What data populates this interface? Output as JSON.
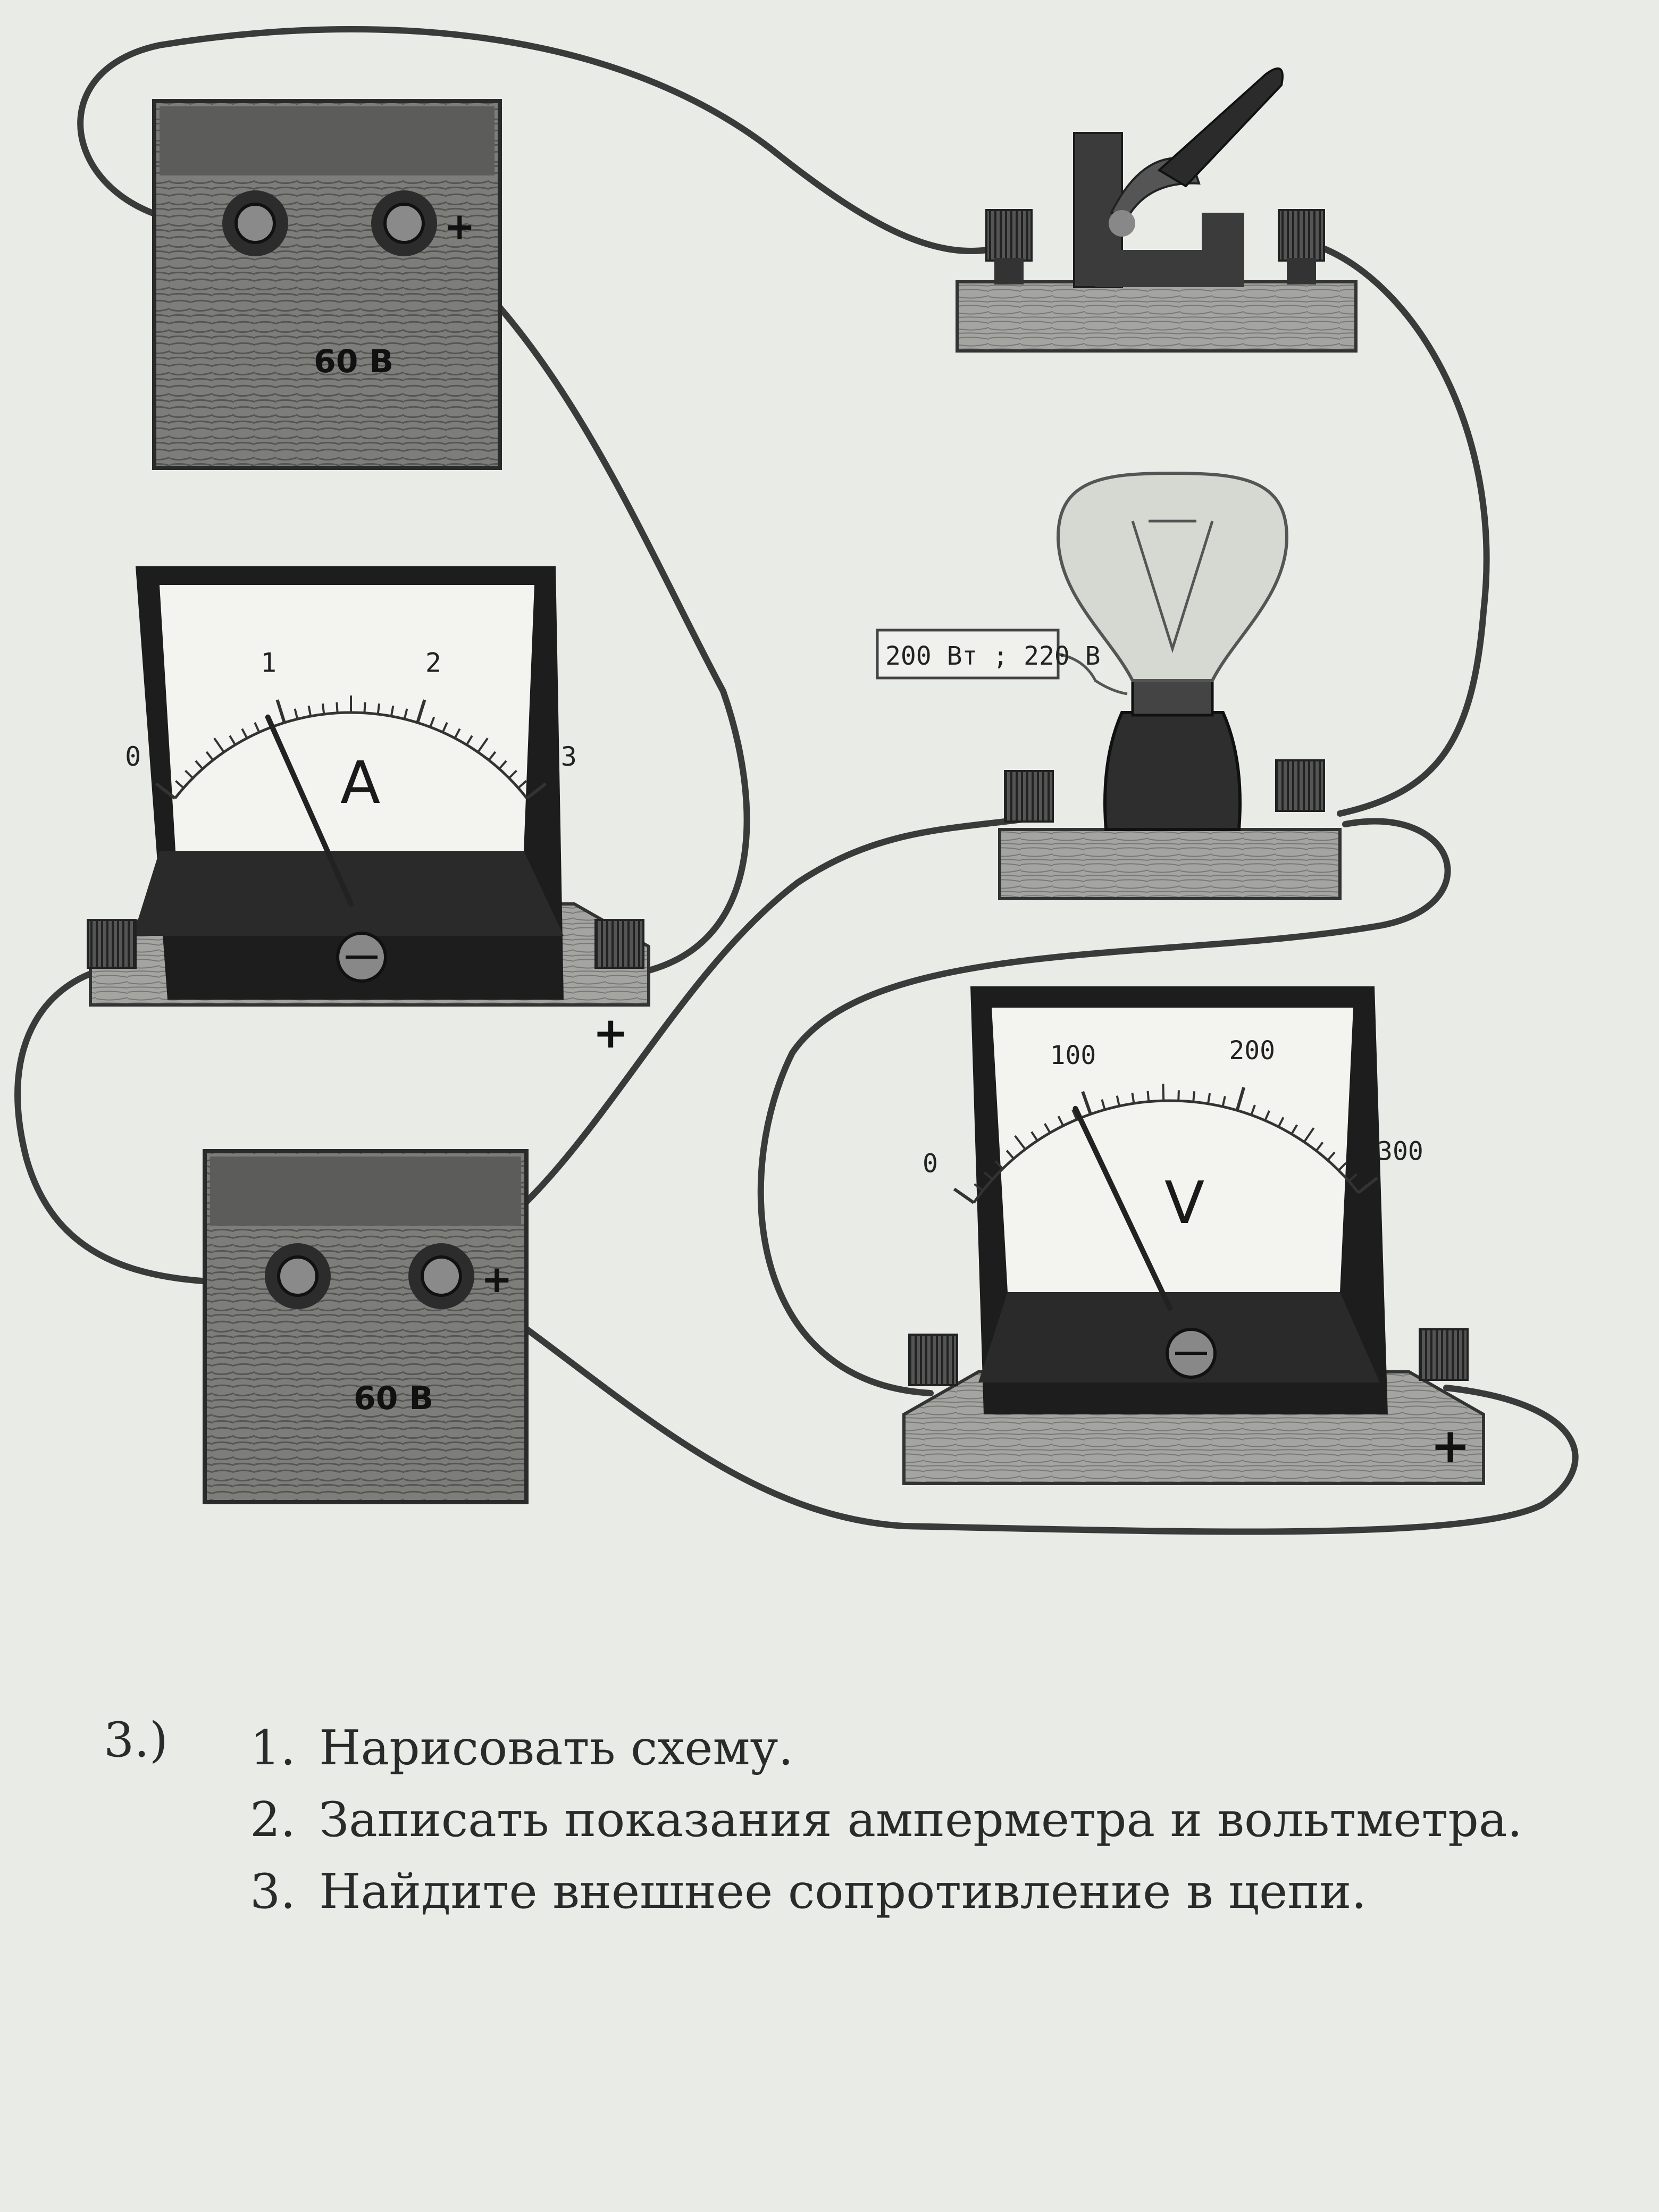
{
  "diagram": {
    "battery_top": {
      "label": "60 В",
      "plus": "+"
    },
    "battery_bottom": {
      "label": "60 В",
      "plus": "+"
    },
    "ammeter": {
      "symbol": "A",
      "ticks": [
        "0",
        "1",
        "2",
        "3"
      ],
      "plus": "+",
      "needle_value": 0.9,
      "scale_max": 3
    },
    "voltmeter": {
      "symbol": "V",
      "ticks": [
        "0",
        "100",
        "200",
        "300"
      ],
      "plus": "+",
      "needle_value": 92,
      "scale_max": 300
    },
    "lamp": {
      "rating": "200 Вт ; 220 В"
    },
    "switch": {}
  },
  "task": {
    "number": "3.)",
    "items": [
      {
        "num": "1.",
        "text": "Нарисовать схему."
      },
      {
        "num": "2.",
        "text": "Записать показания   амперметра и вольтметра."
      },
      {
        "num": "3.",
        "text": "Найдите внешнее сопротивление в цепи."
      }
    ]
  }
}
